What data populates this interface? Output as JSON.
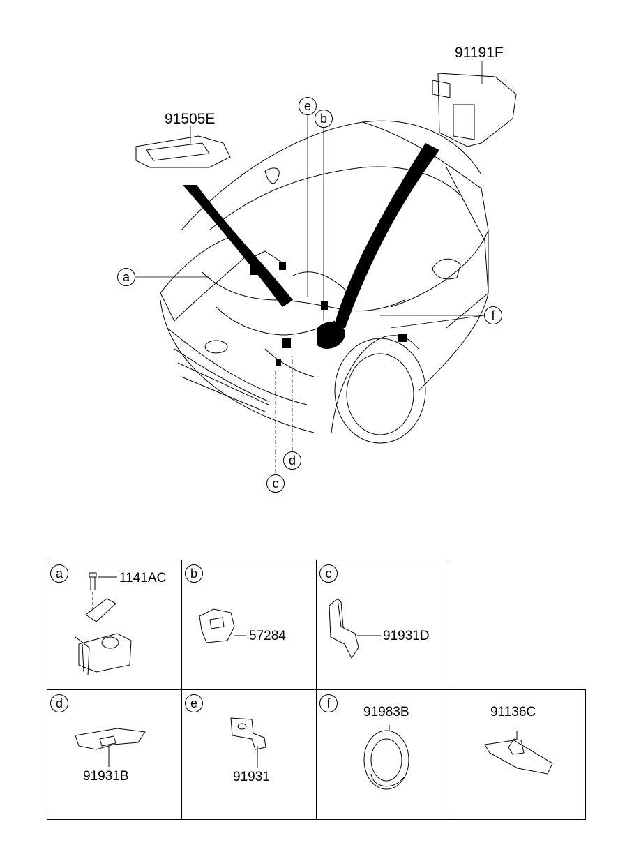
{
  "main_diagram": {
    "part_labels": {
      "p91505E": "91505E",
      "p91191F": "91191F"
    },
    "callouts": {
      "a": "a",
      "b": "b",
      "c": "c",
      "d": "d",
      "e": "e",
      "f": "f"
    }
  },
  "detail_grid": {
    "cells": [
      {
        "letter": "a",
        "part": "1141AC"
      },
      {
        "letter": "b",
        "part": "57284"
      },
      {
        "letter": "c",
        "part": "91931D"
      },
      {
        "letter": "d",
        "part": "91931B"
      },
      {
        "letter": "e",
        "part": "91931"
      },
      {
        "letter": "f",
        "part": "91983B"
      },
      {
        "letter": "",
        "part": "91136C"
      }
    ]
  }
}
